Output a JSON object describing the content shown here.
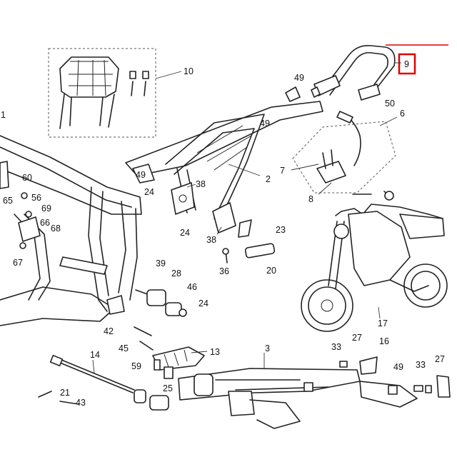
{
  "highlight": {
    "callout": "9",
    "color": "#e00000"
  },
  "callouts": {
    "c1": "1",
    "c2": "2",
    "c3": "3",
    "c6": "6",
    "c7": "7",
    "c8": "8",
    "c9": "9",
    "c10": "10",
    "c13": "13",
    "c14": "14",
    "c16": "16",
    "c17": "17",
    "c20": "20",
    "c21": "21",
    "c23": "23",
    "c24a": "24",
    "c24b": "24",
    "c24c": "24",
    "c25": "25",
    "c27a": "27",
    "c27b": "27",
    "c28": "28",
    "c33a": "33",
    "c33b": "33",
    "c36": "36",
    "c38a": "38",
    "c38b": "38",
    "c39": "39",
    "c42": "42",
    "c43": "43",
    "c45": "45",
    "c46": "46",
    "c49a": "49",
    "c49b": "49",
    "c49c": "49",
    "c49d": "49",
    "c50": "50",
    "c56": "56",
    "c59": "59",
    "c60": "60",
    "c65": "65",
    "c66": "66",
    "c67": "67",
    "c68": "68",
    "c69": "69"
  }
}
